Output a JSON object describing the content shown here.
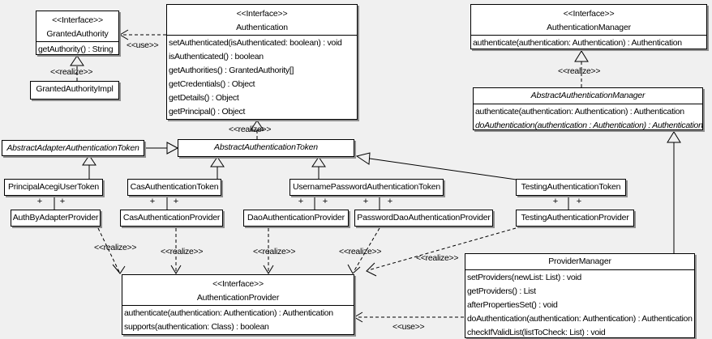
{
  "diagram_type": "uml-class-diagram",
  "colors": {
    "background": "#f0f0f0",
    "box_fill": "#ffffff",
    "line": "#000000",
    "shadow": "#8f8f8f"
  },
  "classes": {
    "granted_authority": {
      "stereotype": "<<Interface>>",
      "name": "GrantedAuthority",
      "methods": [
        "getAuthority() : String"
      ]
    },
    "granted_authority_impl": {
      "name": "GrantedAuthorityImpl"
    },
    "authentication": {
      "stereotype": "<<Interface>>",
      "name": "Authentication",
      "methods": [
        "setAuthenticated(isAuthenticated: boolean) : void",
        "isAuthenticated() : boolean",
        "getAuthorities() : GrantedAuthority[]",
        "getCredentials() : Object",
        "getDetails() : Object",
        "getPrincipal() : Object"
      ]
    },
    "authentication_manager": {
      "stereotype": "<<Interface>>",
      "name": "AuthenticationManager",
      "methods": [
        "authenticate(authentication: Authentication) : Authentication"
      ]
    },
    "abstract_authentication_manager": {
      "name": "AbstractAuthenticationManager",
      "methods": [
        "authenticate(authentication: Authentication) : Authentication",
        "doAuthentication(authentication : Authentication) : Authentication"
      ]
    },
    "abstract_adapter_authentication_token": {
      "name": "AbstractAdapterAuthenticationToken"
    },
    "abstract_authentication_token": {
      "name": "AbstractAuthenticationToken"
    },
    "principal_acegi_user_token": {
      "name": "PrincipalAcegiUserToken"
    },
    "cas_authentication_token": {
      "name": "CasAuthenticationToken"
    },
    "username_password_authentication_token": {
      "name": "UsernamePasswordAuthenticationToken"
    },
    "testing_authentication_token": {
      "name": "TestingAuthenticationToken"
    },
    "auth_by_adapter_provider": {
      "name": "AuthByAdapterProvider"
    },
    "cas_authentication_provider": {
      "name": "CasAuthenticationProvider"
    },
    "dao_authentication_provider": {
      "name": "DaoAuthenticationProvider"
    },
    "password_dao_authentication_provider": {
      "name": "PasswordDaoAuthenticationProvider"
    },
    "testing_authentication_provider": {
      "name": "TestingAuthenticationProvider"
    },
    "authentication_provider": {
      "stereotype": "<<Interface>>",
      "name": "AuthenticationProvider",
      "methods": [
        "authenticate(authentication: Authentication) : Authentication",
        "supports(authentication: Class) : boolean"
      ]
    },
    "provider_manager": {
      "name": "ProviderManager",
      "methods": [
        "setProviders(newList: List) : void",
        "getProviders() : List",
        "afterPropertiesSet() : void",
        "doAuthentication(authentication: Authentication) : Authentication",
        "checkIfValidList(listToCheck: List) : void"
      ]
    }
  },
  "edge_labels": {
    "use_granted_authority": "<<use>>",
    "realize_granted_authority": "<<realize>>",
    "realize_authentication": "<<realize>>",
    "realize_authentication_manager": "<<realize>>",
    "realize_auth_by_adapter": "<<realize>>",
    "realize_cas_provider": "<<realize>>",
    "realize_dao_provider": "<<realize>>",
    "realize_password_dao_provider": "<<realize>>",
    "realize_testing_provider": "<<realize>>",
    "use_authentication_provider": "<<use>>"
  },
  "association_end_label": "+"
}
